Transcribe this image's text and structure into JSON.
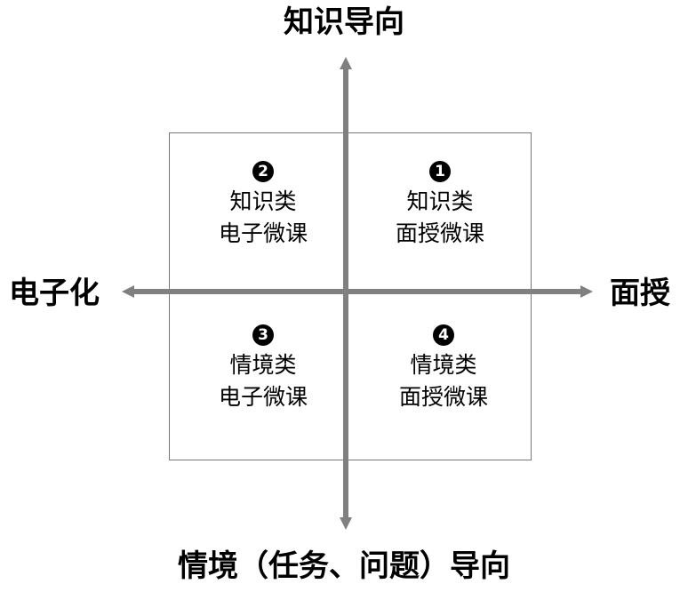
{
  "axes": {
    "top": "知识导向",
    "bottom": "情境（任务、问题）导向",
    "left": "电子化",
    "right": "面授"
  },
  "quadrants": [
    {
      "number": "1",
      "line1": "知识类",
      "line2": "面授微课"
    },
    {
      "number": "2",
      "line1": "知识类",
      "line2": "电子微课"
    },
    {
      "number": "3",
      "line1": "情境类",
      "line2": "电子微课"
    },
    {
      "number": "4",
      "line1": "情境类",
      "line2": "面授微课"
    }
  ],
  "colors": {
    "axis": "#808080",
    "box_border": "#777777",
    "badge": "#000000"
  }
}
